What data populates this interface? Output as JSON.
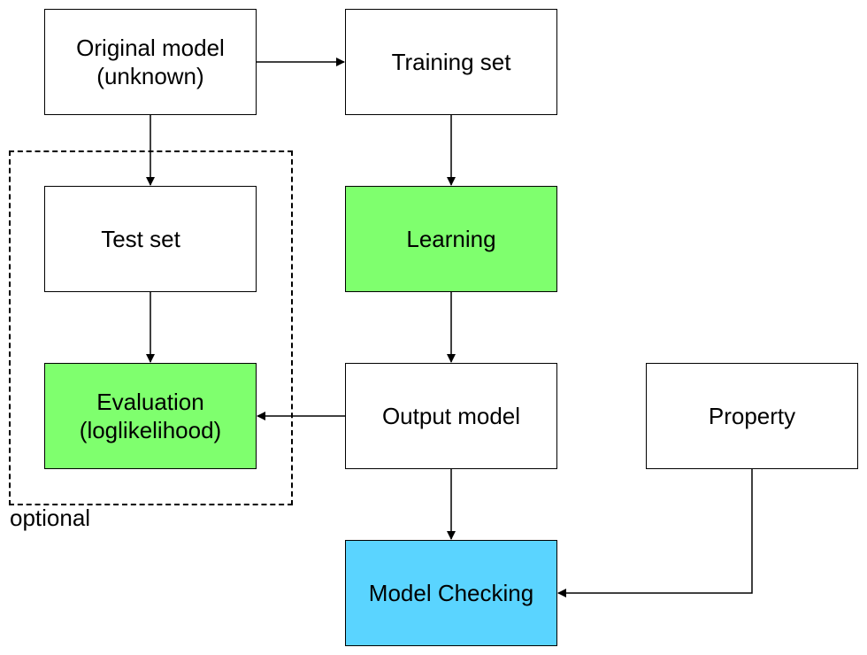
{
  "colors": {
    "process_fill": "#7FFF6E",
    "checking_fill": "#5AD4FF",
    "plain_fill": "#FFFFFF",
    "stroke": "#000000"
  },
  "nodes": {
    "original_model": "Original model\n(unknown)",
    "training_set": "Training set",
    "test_set": "Test set",
    "learning": "Learning",
    "evaluation": "Evaluation\n(loglikelihood)",
    "output_model": "Output model",
    "property": "Property",
    "model_checking": "Model Checking"
  },
  "group": {
    "optional_label": "optional"
  },
  "edges": [
    {
      "from": "original_model",
      "to": "training_set"
    },
    {
      "from": "original_model",
      "to": "test_set"
    },
    {
      "from": "training_set",
      "to": "learning"
    },
    {
      "from": "test_set",
      "to": "evaluation"
    },
    {
      "from": "learning",
      "to": "output_model"
    },
    {
      "from": "output_model",
      "to": "evaluation"
    },
    {
      "from": "output_model",
      "to": "model_checking"
    },
    {
      "from": "property",
      "to": "model_checking"
    }
  ]
}
